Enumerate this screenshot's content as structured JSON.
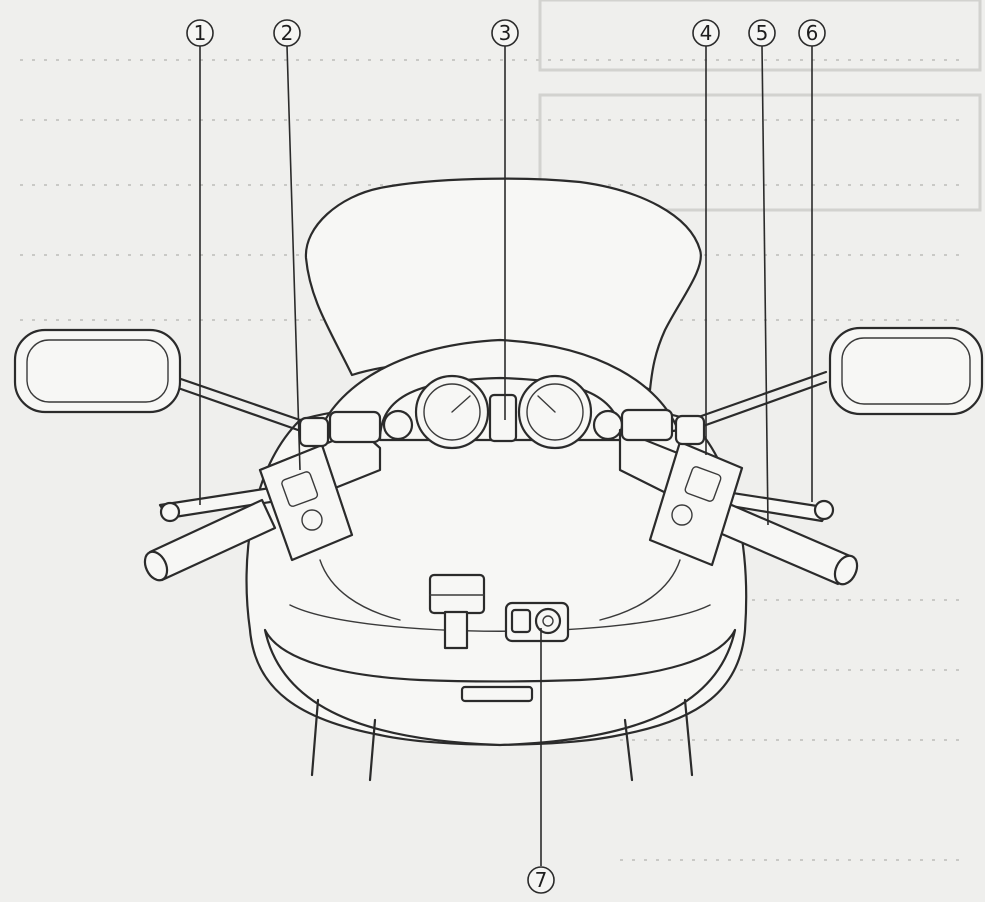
{
  "diagram": {
    "callouts": [
      {
        "id": "callout-1",
        "label": "1"
      },
      {
        "id": "callout-2",
        "label": "2"
      },
      {
        "id": "callout-3",
        "label": "3"
      },
      {
        "id": "callout-4",
        "label": "4"
      },
      {
        "id": "callout-5",
        "label": "5"
      },
      {
        "id": "callout-6",
        "label": "6"
      },
      {
        "id": "callout-7",
        "label": "7"
      }
    ]
  },
  "colors": {
    "line": "#2b2b2b",
    "paper": "#efefed"
  }
}
